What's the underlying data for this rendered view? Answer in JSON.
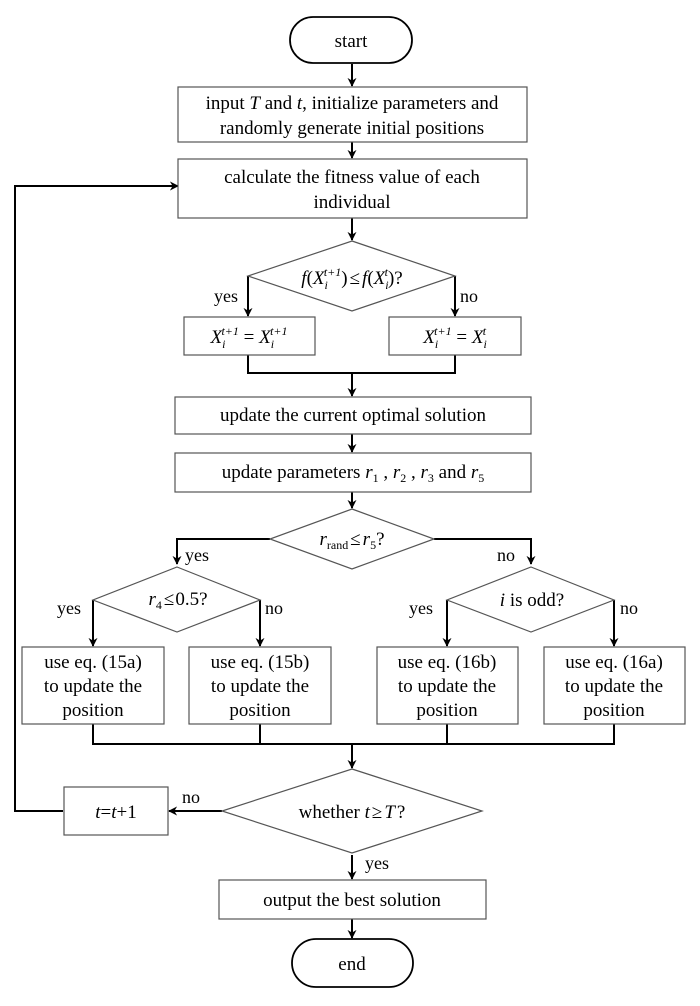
{
  "start": "start",
  "end": "end",
  "step_input": {
    "line1_a": "input ",
    "line1_T": "T",
    "line1_b": " and ",
    "line1_t": "t",
    "line1_c": ", initialize parameters and",
    "line2": "randomly generate initial positions"
  },
  "step_fitness": {
    "line1": "calculate the fitness value of each",
    "line2": "individual"
  },
  "decision_fitness": {
    "f1": "f",
    "op1": "(",
    "X1": "X",
    "sub1": "i",
    "sup1": "t+1",
    "cl1": ")",
    "rel": "≤",
    "f2": "f",
    "op2": "(",
    "X2": "X",
    "sub2": "i",
    "sup2": "t",
    "cl2": ")",
    "q": "?"
  },
  "assign_yes": {
    "X1": "X",
    "sub1": "i",
    "sup1": "t+1",
    "eq": " = ",
    "X2": "X",
    "sub2": "i",
    "sup2": "t+1"
  },
  "assign_no": {
    "X1": "X",
    "sub1": "i",
    "sup1": "t+1",
    "eq": " = ",
    "X2": "X",
    "sub2": "i",
    "sup2": "t"
  },
  "step_update_optimal": "update the current optimal solution",
  "step_update_params": {
    "prefix": "update parameters ",
    "r": "r",
    "s1": "1",
    "s2": "2",
    "s3": "3",
    "s5": "5",
    "comma": " , ",
    "and": " and "
  },
  "decision_rand": {
    "r1": "r",
    "sub1": "rand",
    "rel": "≤",
    "r2": "r",
    "sub2": "5",
    "q": "?"
  },
  "decision_r4": {
    "r": "r",
    "sub": "4",
    "rel": "≤",
    "val": "0.5",
    "q": "?"
  },
  "decision_odd": {
    "i": "i",
    "text": " is odd",
    "q": "?"
  },
  "eq15a": [
    "use eq. (15a)",
    "to update the",
    "position"
  ],
  "eq15b": [
    "use eq. (15b)",
    "to update the",
    "position"
  ],
  "eq16b": [
    "use eq. (16b)",
    "to update the",
    "position"
  ],
  "eq16a": [
    "use eq. (16a)",
    "to update the",
    "position"
  ],
  "decision_end": {
    "prefix": "whether ",
    "t": "t",
    "rel": "≥",
    "T": "T",
    "q": "?"
  },
  "step_increment": {
    "t1": "t",
    "eq": "=",
    "t2": "t",
    "plus": "+1"
  },
  "step_output": "output the best solution",
  "labels": {
    "yes": "yes",
    "no": "no"
  }
}
